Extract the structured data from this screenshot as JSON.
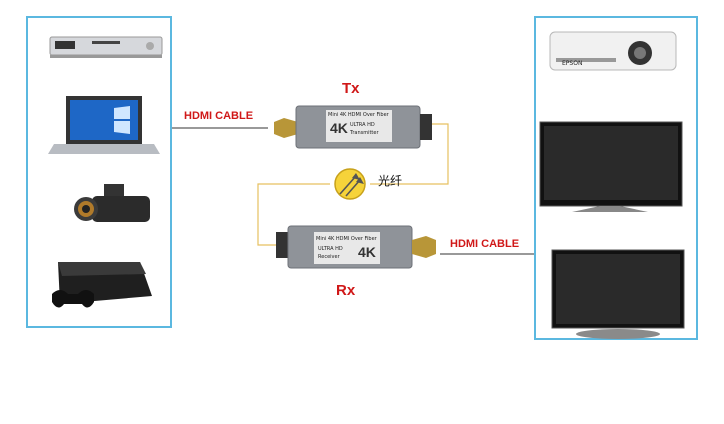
{
  "labels": {
    "tx": "Tx",
    "rx": "Rx",
    "hdmi_cable_left": "HDMI CABLE",
    "hdmi_cable_right": "HDMI CABLE",
    "fiber": "光纤"
  },
  "tx_module": {
    "model": "Mini 4K HDMI Over Fiber",
    "logo": "4K",
    "badge": "ULTRA HD",
    "sub": "Transmitter"
  },
  "rx_module": {
    "model": "Mini 4K HDMI Over Fiber",
    "logo": "4K",
    "badge": "ULTRA HD",
    "sub": "Receiver"
  },
  "colors": {
    "panel_border": "#5bb8e0",
    "line": "#e6c060",
    "label_red": "#d01818",
    "module_body": "#8f9399"
  },
  "sources": [
    "dvd-player",
    "laptop",
    "camcorder",
    "game-console"
  ],
  "displays": [
    "projector",
    "tv",
    "monitor"
  ],
  "projector_brand": "EPSON"
}
